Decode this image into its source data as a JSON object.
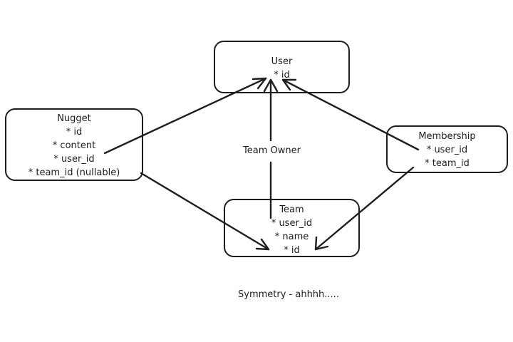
{
  "entities": {
    "user": {
      "title": "User",
      "fields": [
        "* id"
      ]
    },
    "nugget": {
      "title": "Nugget",
      "fields": [
        "* id",
        "* content",
        "* user_id",
        "* team_id (nullable)"
      ]
    },
    "membership": {
      "title": "Membership",
      "fields": [
        "* user_id",
        "* team_id"
      ]
    },
    "team": {
      "title": "Team",
      "fields": [
        "* user_id",
        "* name",
        "* id"
      ]
    }
  },
  "relations": {
    "team_owner_label": "Team Owner"
  },
  "caption": "Symmetry - ahhhh....."
}
